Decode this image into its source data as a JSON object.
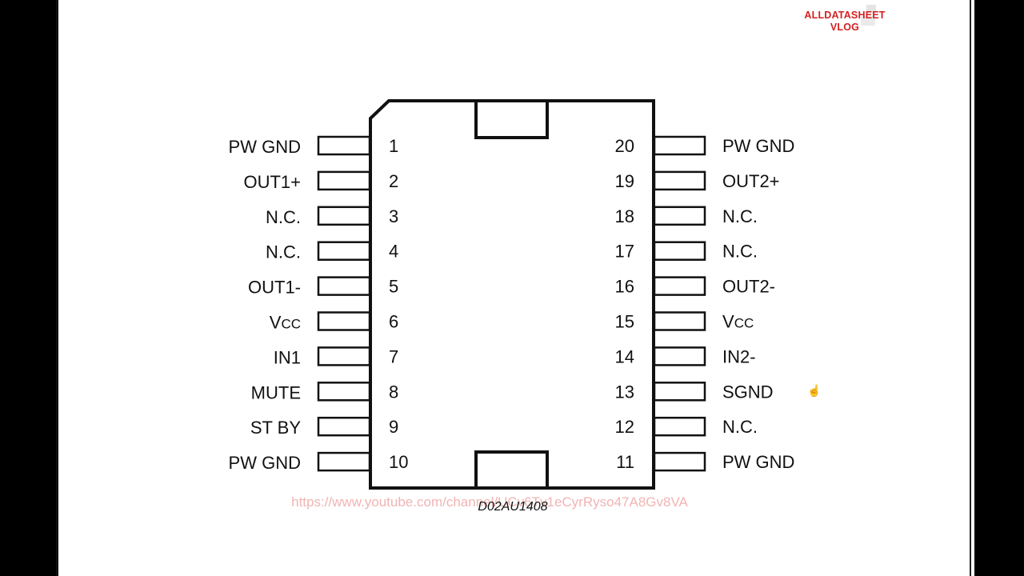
{
  "branding": {
    "line1": "ALLDATASHEET",
    "line2": "VLOG"
  },
  "watermark_url": "https://www.youtube.com/channel/UCv6Tv1eCyrRyso47A8Gv8VA",
  "package_code": "D02AU1408",
  "left_pins": [
    {
      "num": "1",
      "label": "PW GND"
    },
    {
      "num": "2",
      "label": "OUT1+"
    },
    {
      "num": "3",
      "label": "N.C."
    },
    {
      "num": "4",
      "label": "N.C."
    },
    {
      "num": "5",
      "label": "OUT1-"
    },
    {
      "num": "6",
      "label": "Vcc"
    },
    {
      "num": "7",
      "label": "IN1"
    },
    {
      "num": "8",
      "label": "MUTE"
    },
    {
      "num": "9",
      "label": "ST BY"
    },
    {
      "num": "10",
      "label": "PW GND"
    }
  ],
  "right_pins": [
    {
      "num": "20",
      "label": "PW GND"
    },
    {
      "num": "19",
      "label": "OUT2+"
    },
    {
      "num": "18",
      "label": "N.C."
    },
    {
      "num": "17",
      "label": "N.C."
    },
    {
      "num": "16",
      "label": "OUT2-"
    },
    {
      "num": "15",
      "label": "Vcc"
    },
    {
      "num": "14",
      "label": "IN2-"
    },
    {
      "num": "13",
      "label": "SGND"
    },
    {
      "num": "12",
      "label": "N.C."
    },
    {
      "num": "11",
      "label": "PW GND"
    }
  ],
  "colors": {
    "brand": "#d42020",
    "watermark": "#f2b4b4",
    "ink": "#111111"
  }
}
